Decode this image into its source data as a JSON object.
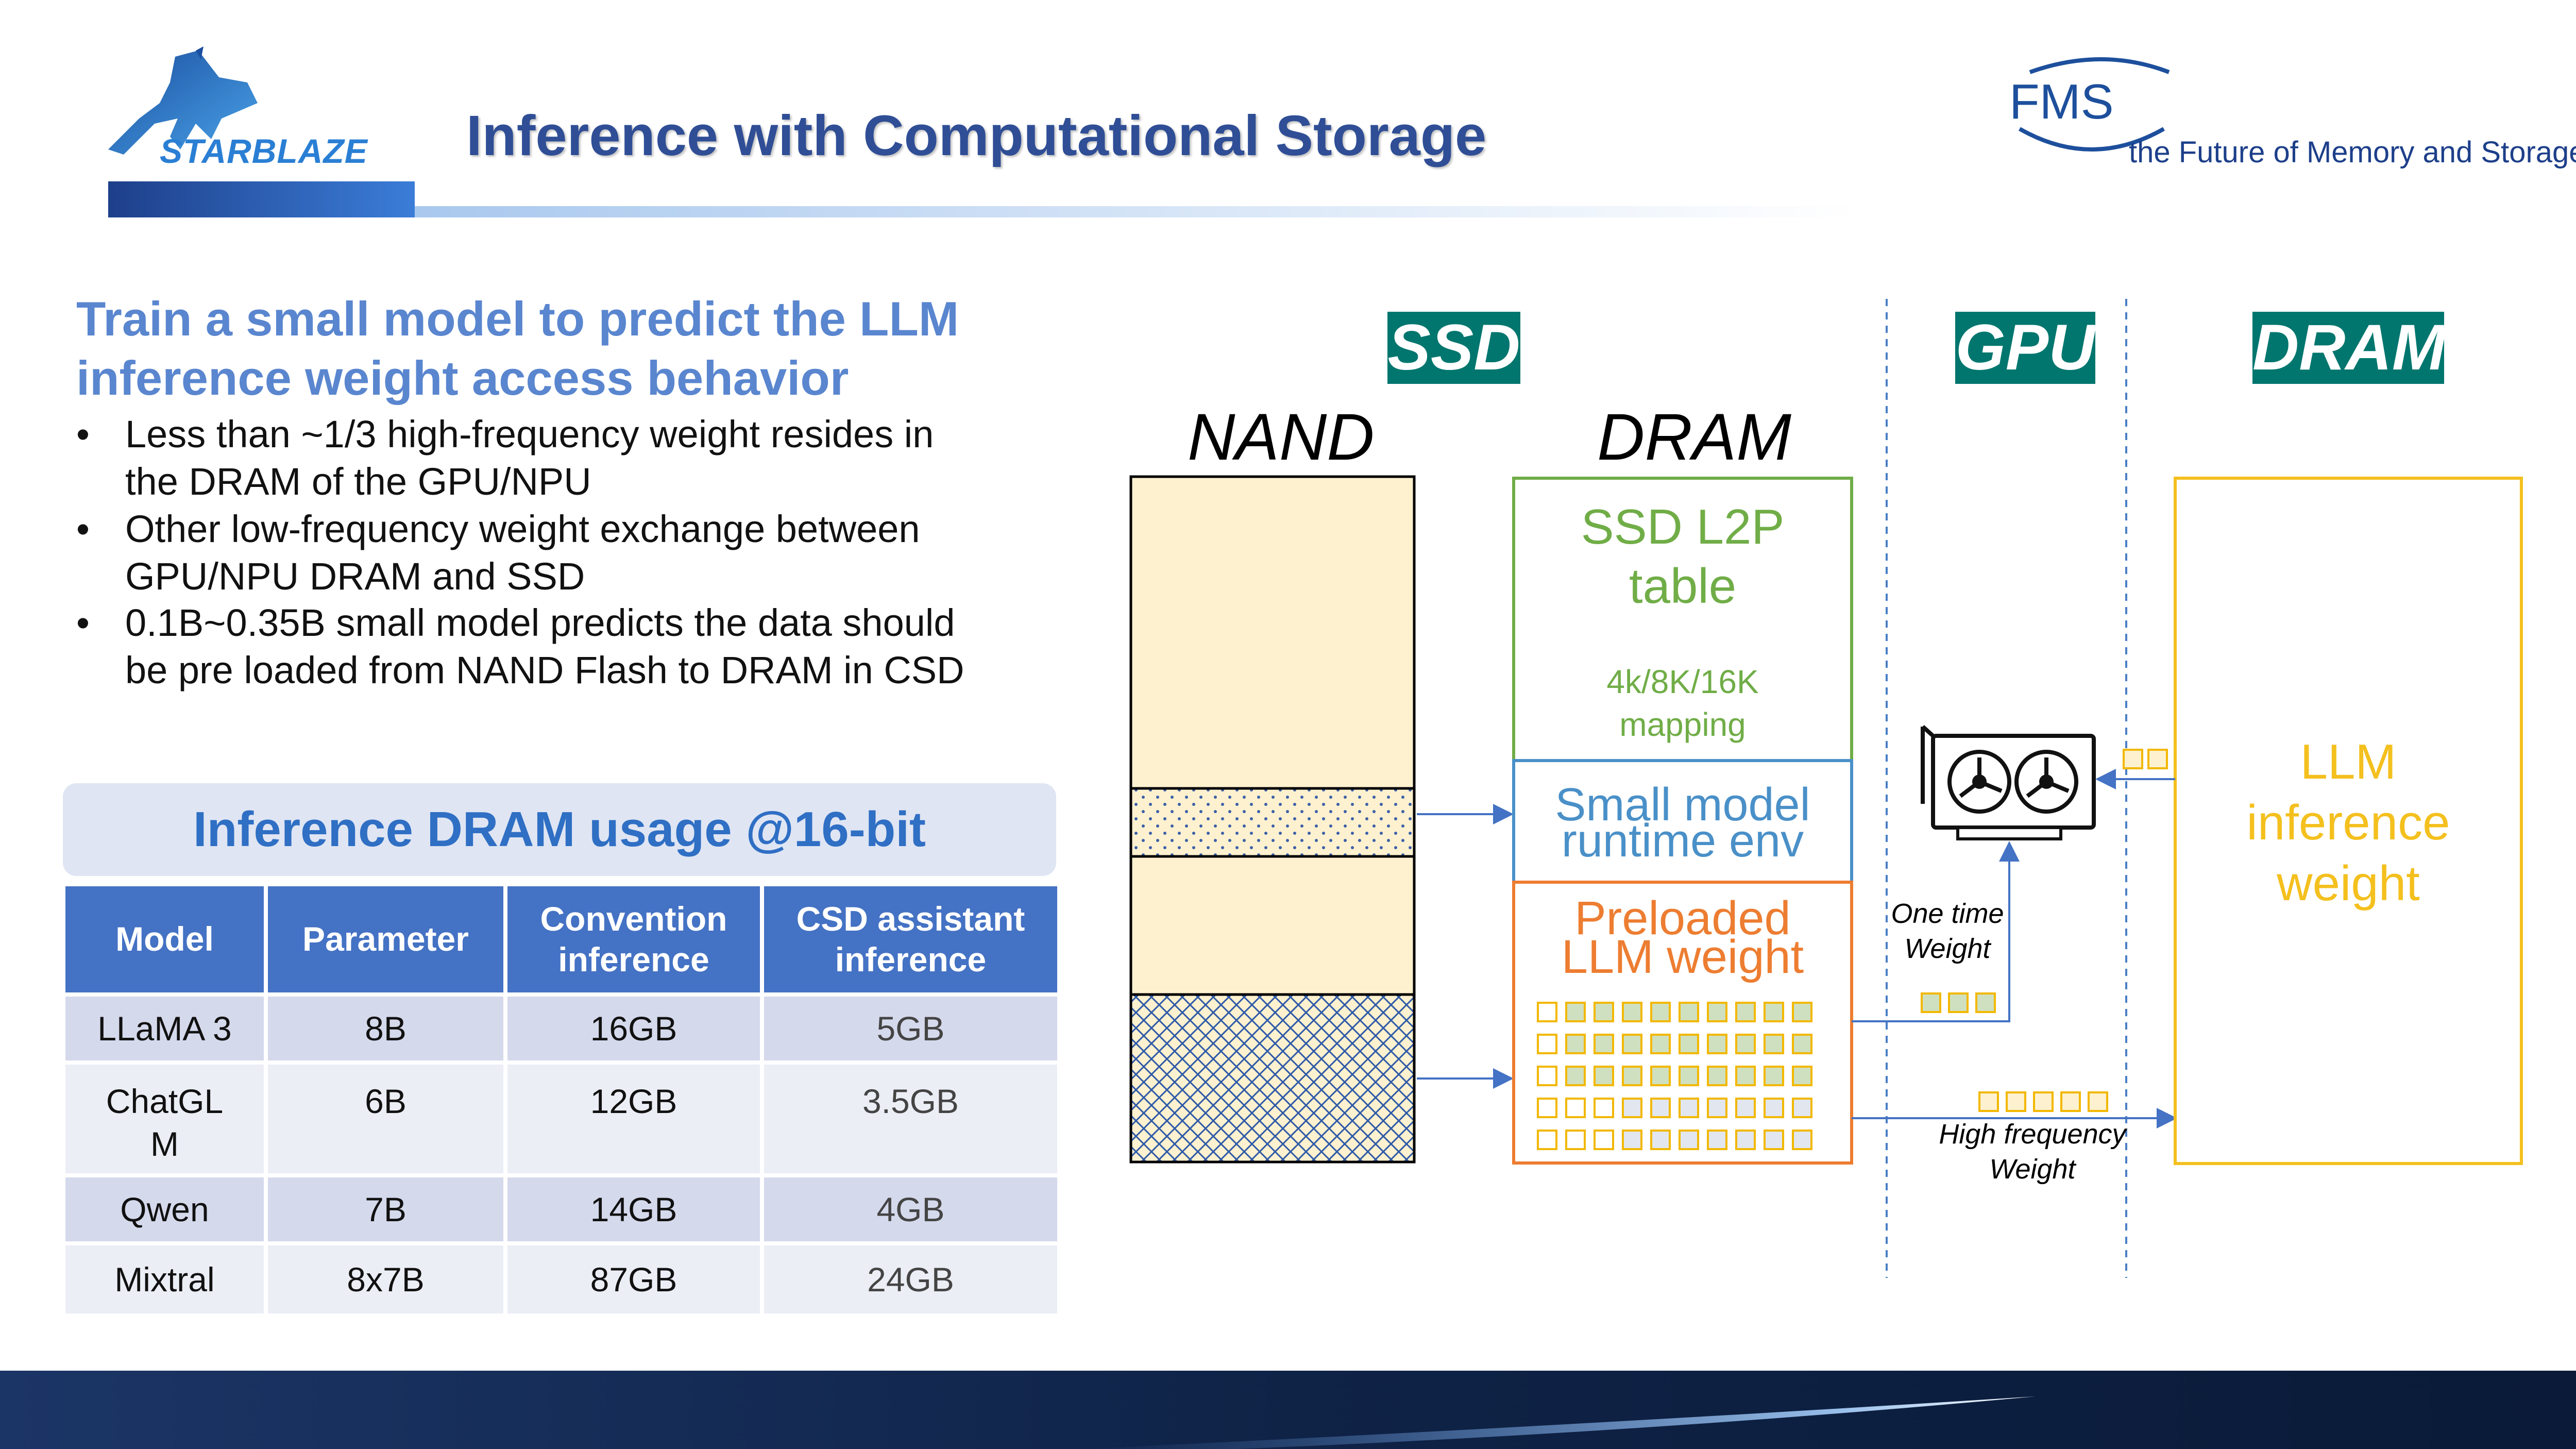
{
  "header": {
    "company_logo_text": "STARBLAZE",
    "title": "Inference with Computational Storage",
    "event_logo": {
      "mark_text": "FMS",
      "tagline": "the Future of Memory and Storage"
    }
  },
  "intro": {
    "headline_line1": "Train a small model to predict the LLM",
    "headline_line2": "inference weight access behavior",
    "bullet_symbol": "•",
    "bullets": [
      {
        "line1": "Less than ~1/3 high-frequency weight resides in",
        "line2": "the DRAM of the GPU/NPU"
      },
      {
        "line1": "Other  low-frequency weight exchange between",
        "line2": "GPU/NPU DRAM and SSD"
      },
      {
        "line1": "0.1B~0.35B small model predicts the data should",
        "line2": "be pre loaded from NAND Flash to DRAM in CSD"
      }
    ]
  },
  "table": {
    "caption": "Inference DRAM usage @16-bit",
    "headers": [
      "Model",
      "Parameter",
      "Convention inference",
      "CSD assistant inference"
    ],
    "rows": [
      [
        "LLaMA 3",
        "8B",
        "16GB",
        "5GB"
      ],
      [
        "ChatGLM",
        "6B",
        "12GB",
        "3.5GB"
      ],
      [
        "Qwen",
        "7B",
        "14GB",
        "4GB"
      ],
      [
        "Mixtral",
        "8x7B",
        "87GB",
        "24GB"
      ]
    ]
  },
  "diagram": {
    "sections": {
      "ssd": "SSD",
      "gpu": "GPU",
      "dram": "DRAM"
    },
    "columns": {
      "nand": "NAND",
      "dram": "DRAM"
    },
    "l2p": {
      "line1": "SSD L2P",
      "line2": "table",
      "sub1": "4k/8K/16K",
      "sub2": "mapping"
    },
    "small_model": {
      "line1": "Small model",
      "line2": "runtime env"
    },
    "preloaded": {
      "line1": "Preloaded",
      "line2": "LLM weight"
    },
    "one_time": {
      "line1": "One time",
      "line2": "Weight"
    },
    "high_freq": {
      "line1": "High frequency",
      "line2": "Weight"
    },
    "llm_box": {
      "line1": "LLM",
      "line2": "inference",
      "line3": "weight"
    },
    "gpu_icon": "gpu-card-icon",
    "colors": {
      "section_bg": "#00766e",
      "nand_fill": "#fdf1cf",
      "l2p": "#70ad47",
      "small_model": "#4a90c8",
      "preloaded": "#ed7d31",
      "llm_dram": "#f4c01e",
      "arrow": "#4472c4"
    }
  }
}
